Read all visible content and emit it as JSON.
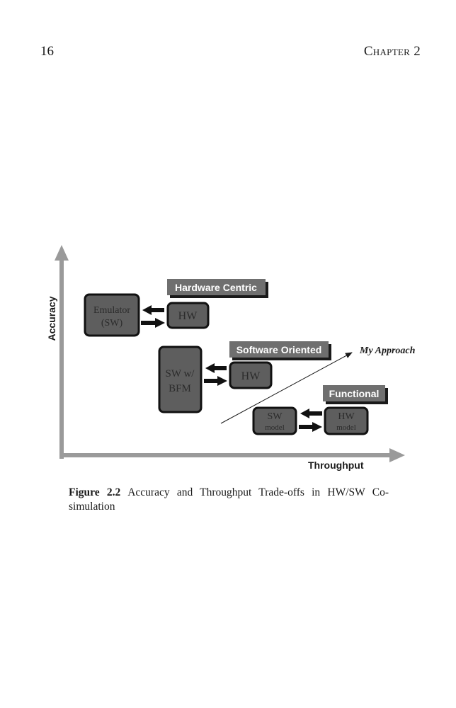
{
  "header": {
    "page_number": "16",
    "chapter": "Chapter 2"
  },
  "figure": {
    "axis_y_label": "Accuracy",
    "axis_x_label": "Throughput",
    "approach_label": "My Approach",
    "groups": [
      {
        "title": "Hardware Centric",
        "sw_box_lines": [
          "Emulator",
          "(SW)"
        ],
        "hw_box_lines": [
          "HW"
        ]
      },
      {
        "title": "Software Oriented",
        "sw_box_lines": [
          "SW w/",
          "BFM"
        ],
        "hw_box_lines": [
          "HW"
        ]
      },
      {
        "title": "Functional",
        "sw_box_lines": [
          "SW",
          "model"
        ],
        "hw_box_lines": [
          "HW",
          "model"
        ]
      }
    ]
  },
  "caption": {
    "label": "Figure 2.2",
    "text": "Accuracy and Throughput Trade-offs in HW/SW Co-simulation"
  },
  "colors": {
    "box_fill": "#5e5e5e",
    "box_stroke": "#111111",
    "title_bar_fill": "#6f6f6f",
    "axis_color": "#9a9a9a",
    "box_text": "#2b2b2b"
  }
}
